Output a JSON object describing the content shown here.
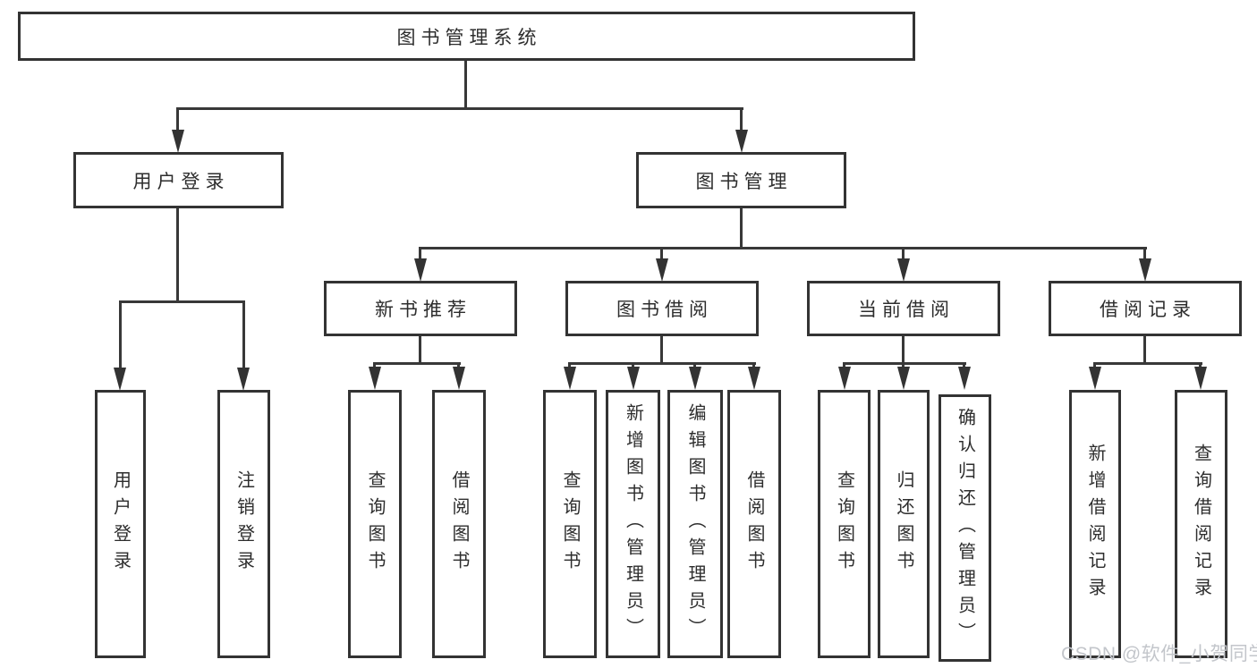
{
  "tree": {
    "root": "图书管理系统",
    "branches": [
      {
        "label": "用户登录",
        "leaves": [
          "用户登录",
          "注销登录"
        ]
      },
      {
        "label": "图书管理",
        "groups": [
          {
            "label": "新书推荐",
            "leaves": [
              "查询图书",
              "借阅图书"
            ]
          },
          {
            "label": "图书借阅",
            "leaves": [
              "查询图书",
              "新增图书（管理员）",
              "编辑图书（管理员）",
              "借阅图书"
            ]
          },
          {
            "label": "当前借阅",
            "leaves": [
              "查询图书",
              "归还图书",
              "确认归还（管理员）"
            ]
          },
          {
            "label": "借阅记录",
            "leaves": [
              "新增借阅记录",
              "查询借阅记录"
            ]
          }
        ]
      }
    ]
  },
  "watermark": "CSDN @软件_小贺同学",
  "colors": {
    "line": "#383838",
    "border": "#333333",
    "text": "#2d2d2d",
    "watermark": "#c3c6cb",
    "background": "#ffffff"
  }
}
